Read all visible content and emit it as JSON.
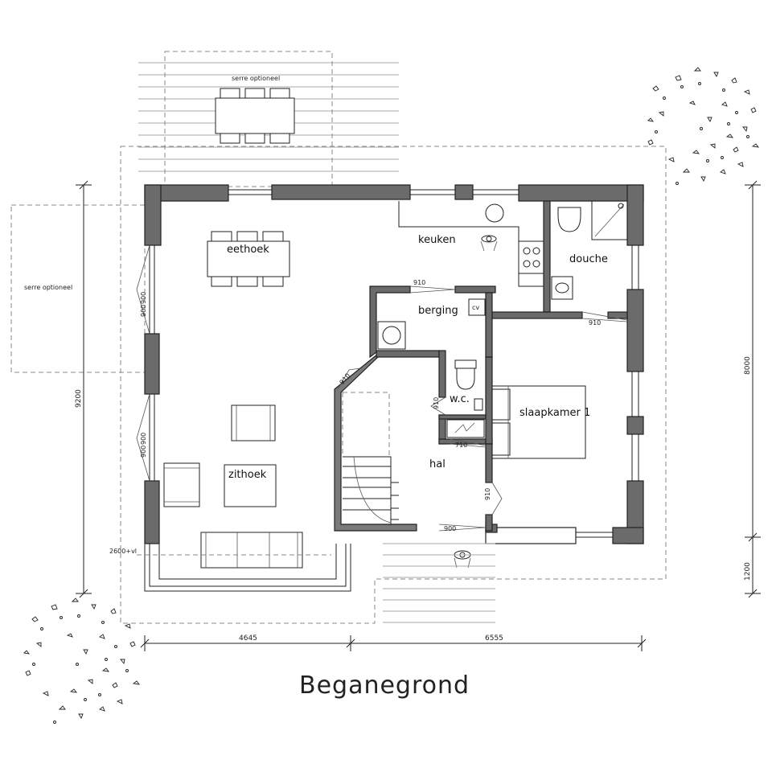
{
  "title": "Beganegrond",
  "rooms": {
    "eethoek": "eethoek",
    "keuken": "keuken",
    "douche": "douche",
    "berging": "berging",
    "cv": "cv",
    "wc": "w.c.",
    "slaapkamer": "slaapkamer  1",
    "hal": "hal",
    "zithoek": "zithoek"
  },
  "annotations": {
    "serre_top": "serre optioneel",
    "serre_left": "serre optioneel",
    "level": "2600+vl"
  },
  "door_widths": {
    "berging": "910",
    "slaapkamer": "910",
    "wc": "910",
    "cv": "710",
    "entrance": "900",
    "bedroom_side": "910",
    "hal_diag": "910",
    "window_left_1": "900",
    "window_left_1b": "900",
    "window_left_2": "900",
    "window_left_2b": "900"
  },
  "dimensions": {
    "bottom_left": "4645",
    "bottom_right": "6555",
    "left_total": "9200",
    "right_upper": "8000",
    "right_lower": "1200"
  }
}
